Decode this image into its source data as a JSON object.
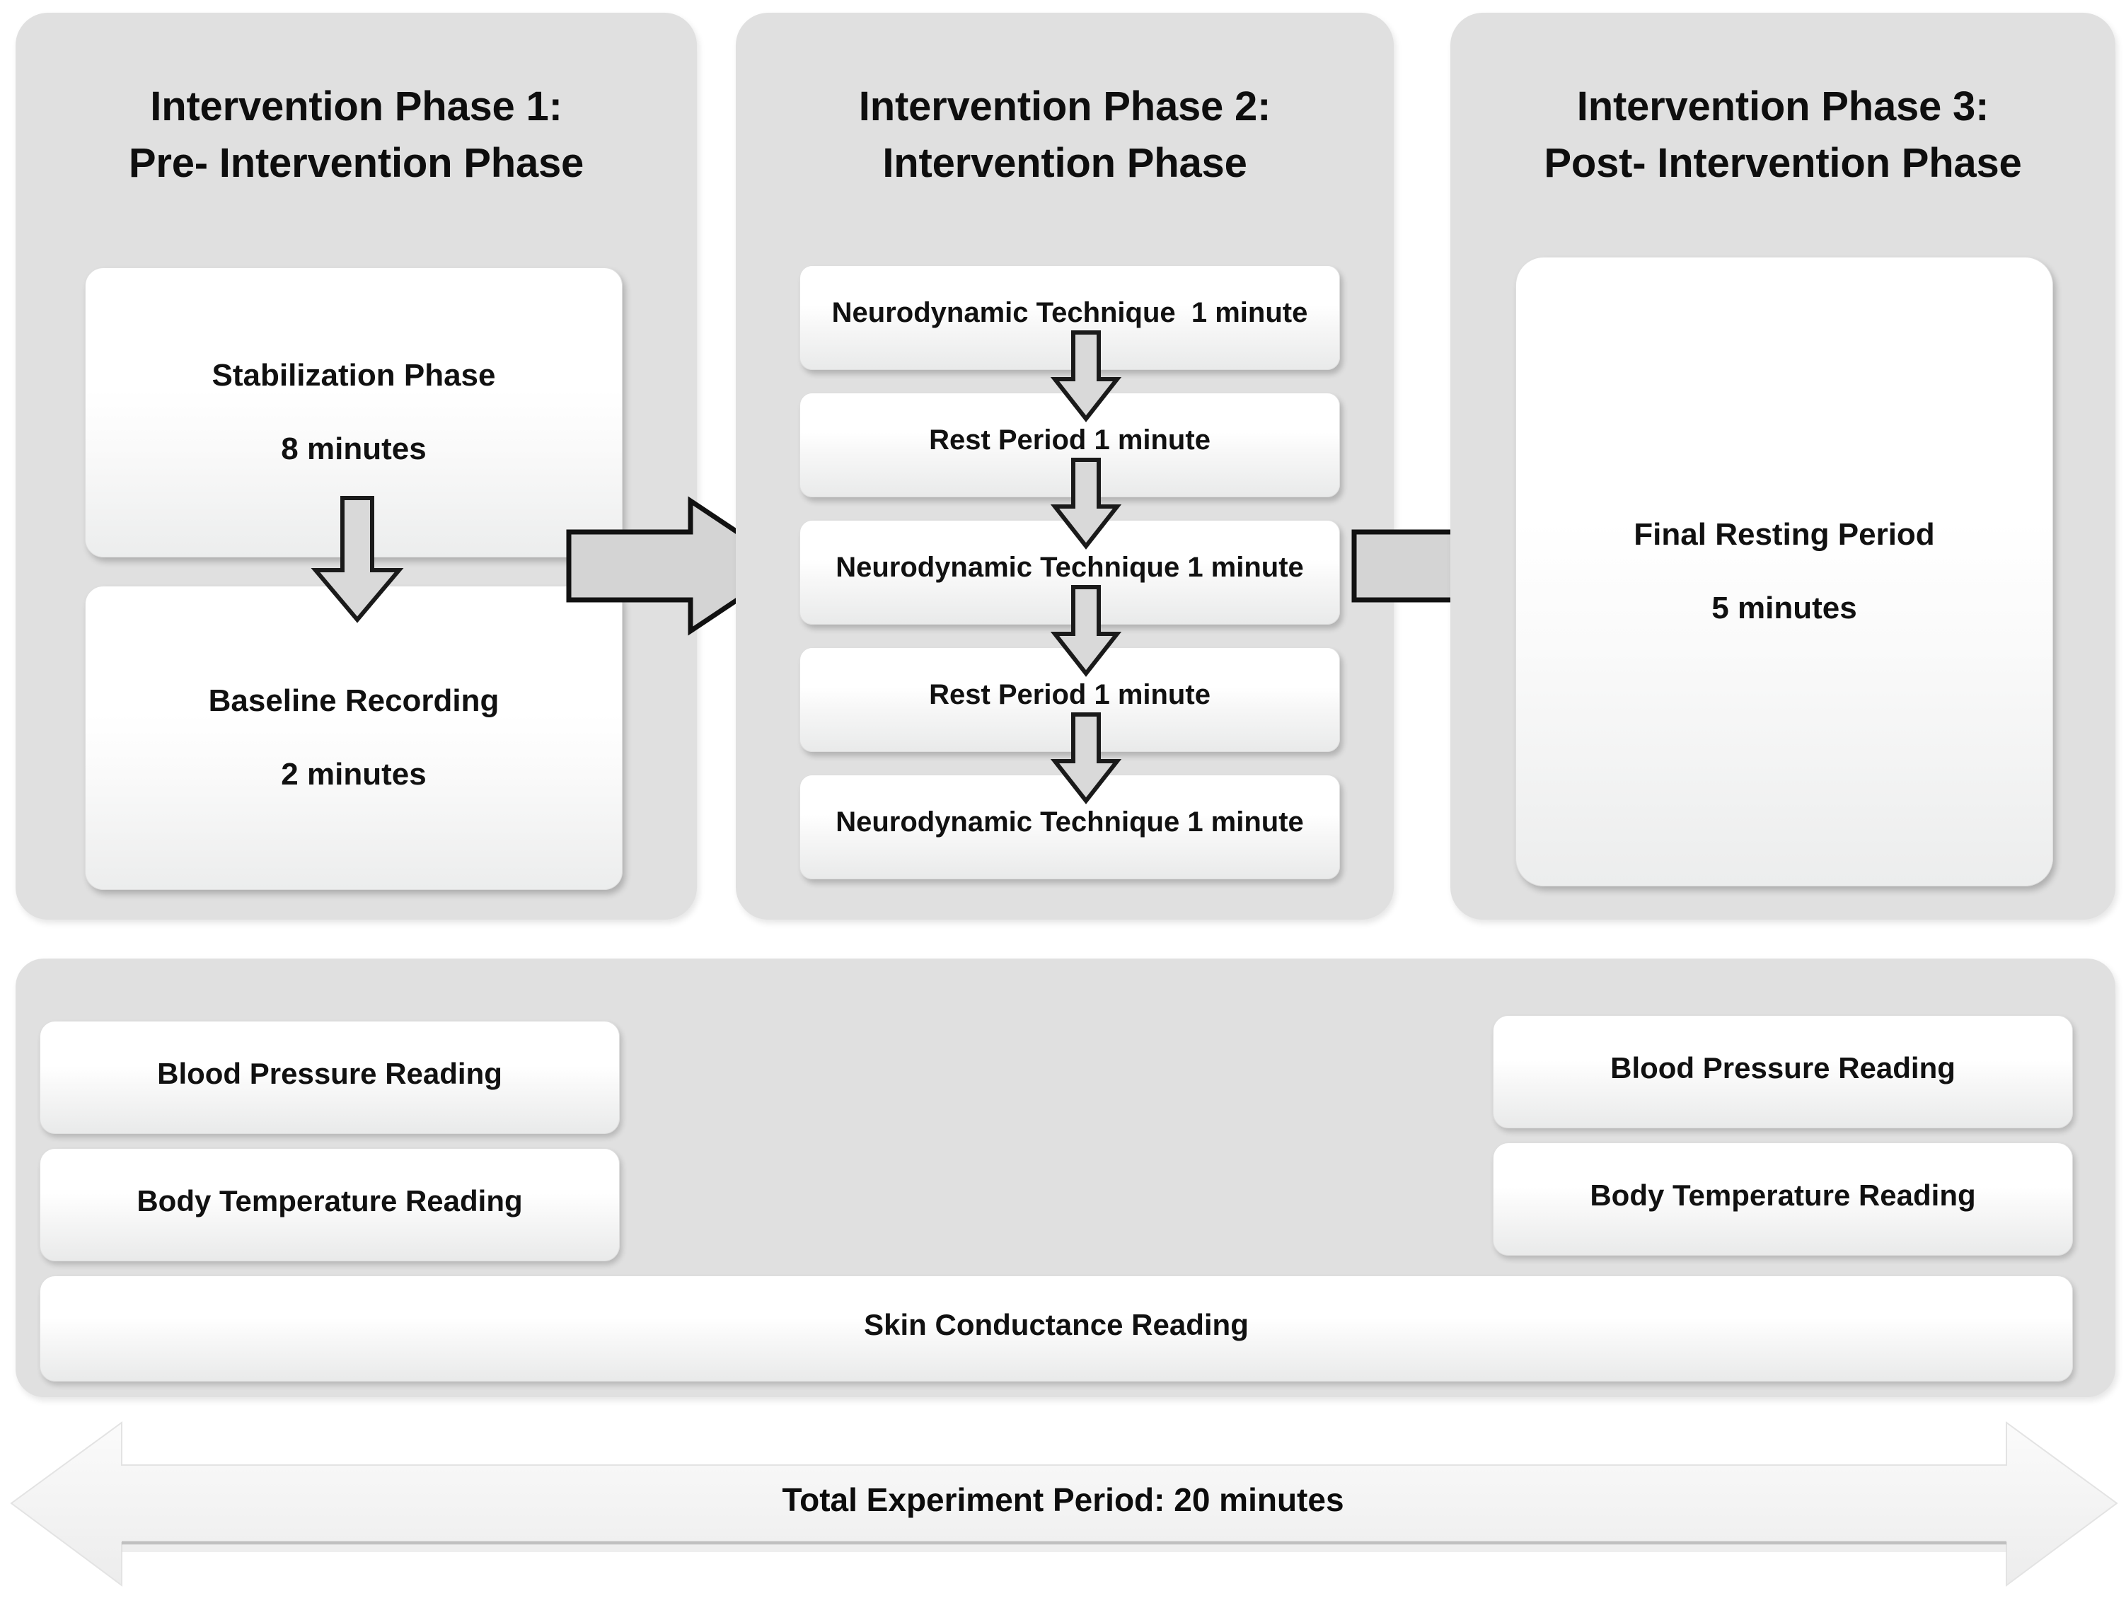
{
  "diagram": {
    "title": "Experimental protocol timeline",
    "colors": {
      "panel_bg": "#e0e0e0",
      "card_bg": "#ffffff",
      "card_border": "#dedede",
      "arrow_fill": "#d4d4d4",
      "arrow_stroke": "#111111",
      "total_arrow_fill": "#f2f2f2",
      "text": "#111111",
      "page_bg": "#ffffff"
    }
  },
  "phases": [
    {
      "id": "phase-1",
      "title_line_1": "Intervention Phase 1:",
      "title_line_2": "Pre- Intervention Phase",
      "cards": [
        {
          "name": "Stabilization Phase",
          "duration": "8 minutes"
        },
        {
          "name": "Baseline Recording",
          "duration": "2 minutes"
        }
      ]
    },
    {
      "id": "phase-2",
      "title_line_1": "Intervention Phase 2:",
      "title_line_2": "Intervention Phase",
      "steps": [
        {
          "label": "Neurodynamic Technique  1 minute"
        },
        {
          "label": "Rest Period 1 minute"
        },
        {
          "label": "Neurodynamic Technique 1 minute"
        },
        {
          "label": "Rest Period 1 minute"
        },
        {
          "label": "Neurodynamic Technique 1 minute"
        }
      ]
    },
    {
      "id": "phase-3",
      "title_line_1": "Intervention Phase 3:",
      "title_line_2": "Post- Intervention Phase",
      "cards": [
        {
          "name": "Final Resting Period",
          "duration": "5 minutes"
        }
      ]
    }
  ],
  "measurements": {
    "pre": [
      {
        "label": "Blood Pressure Reading"
      },
      {
        "label": "Body Temperature Reading"
      }
    ],
    "post": [
      {
        "label": "Blood Pressure Reading"
      },
      {
        "label": "Body Temperature Reading"
      }
    ],
    "continuous": {
      "label": "Skin Conductance Reading"
    }
  },
  "total": {
    "label": "Total Experiment Period: 20 minutes"
  }
}
